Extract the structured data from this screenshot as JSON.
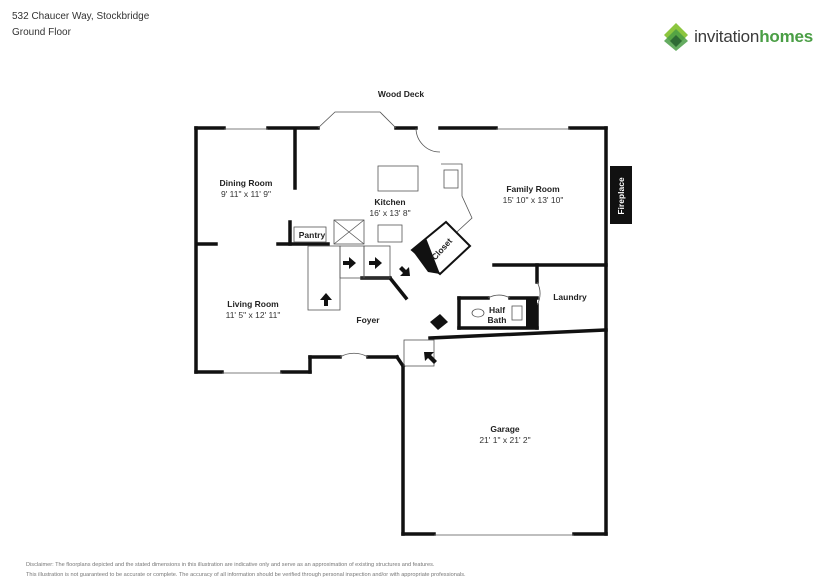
{
  "header": {
    "address": "532 Chaucer Way, Stockbridge",
    "floor": "Ground Floor"
  },
  "logo": {
    "text_regular": "invitation",
    "text_bold": "homes",
    "colors": {
      "light": "#8cc63f",
      "mid": "#4a9e45",
      "dark": "#2e6b34"
    }
  },
  "rooms": {
    "dining": {
      "name": "Dining Room",
      "dims": "9' 11\" x 11' 9\""
    },
    "kitchen": {
      "name": "Kitchen",
      "dims": "16' x 13' 8\""
    },
    "family": {
      "name": "Family Room",
      "dims": "15' 10\" x 13' 10\""
    },
    "living": {
      "name": "Living Room",
      "dims": "11' 5\" x 12' 11\""
    },
    "garage": {
      "name": "Garage",
      "dims": "21' 1\" x 21' 2\""
    },
    "pantry": {
      "name": "Pantry"
    },
    "closet": {
      "name": "Closet"
    },
    "foyer": {
      "name": "Foyer"
    },
    "laundry": {
      "name": "Laundry"
    },
    "halfbath": {
      "name_line1": "Half",
      "name_line2": "Bath"
    },
    "fireplace": {
      "name": "Fireplace"
    },
    "deck": {
      "name": "Wood Deck"
    }
  },
  "disclaimer": {
    "line1": "Disclaimer: The floorplans depicted and the stated dimensions in this illustration are indicative only and serve as an approximation of existing structures and features.",
    "line2": "This illustration is not guaranteed to be accurate or complete. The accuracy of all information should be verified through personal inspection and/or with appropriate professionals."
  }
}
